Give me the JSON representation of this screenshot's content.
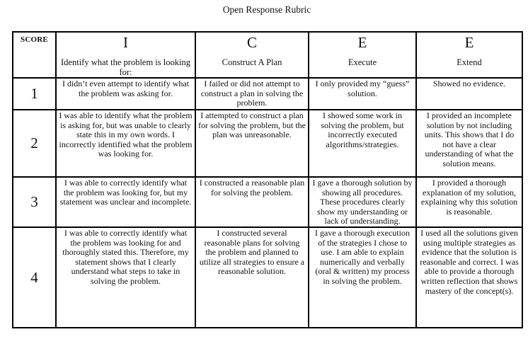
{
  "title": "Open Response Rubric",
  "table": {
    "score_header": "SCORE",
    "columns": [
      {
        "letter": "I",
        "label": "Identify what the problem is looking for:"
      },
      {
        "letter": "C",
        "label": "Construct A Plan"
      },
      {
        "letter": "E",
        "label": "Execute"
      },
      {
        "letter": "E",
        "label": "Extend"
      }
    ],
    "rows": [
      {
        "score": "1",
        "cells": [
          "I didn’t even attempt to identify what the problem was asking for.",
          "I failed or did not attempt to construct a plan in solving the problem.",
          "I only provided my “guess” solution.",
          "Showed no evidence."
        ]
      },
      {
        "score": "2",
        "cells": [
          "I was able to identify what the problem is asking for, but was unable to clearly state this in my own words.  I incorrectly identified what the problem was looking for.",
          "I attempted to construct a plan for solving the problem, but the plan was unreasonable.",
          "I showed some work in solving the problem, but incorrectly executed algorithms/strategies.",
          "I provided an incomplete solution by not including units.  This shows that I do not have a clear understanding of what the solution means."
        ]
      },
      {
        "score": "3",
        "cells": [
          "I was able to correctly identify what the problem was looking for, but my statement was unclear and incomplete.",
          "I constructed a reasonable plan for solving the problem.",
          "I gave a thorough solution by showing all procedures.  These procedures clearly show my understanding or lack of understanding.",
          "I provided a thorough explanation of my solution, explaining why this solution is reasonable."
        ]
      },
      {
        "score": "4",
        "cells": [
          "I was able to correctly identify what the problem was looking for and thoroughly stated this.  Therefore, my statement shows that I clearly understand what steps to take in solving the problem.",
          "I constructed several reasonable plans for solving the problem and planned to utilize all strategies to ensure a reasonable solution.",
          "I gave a thorough execution of the strategies I chose to use.  I am able to explain numerically and verbally (oral & written) my process in solving the problem.",
          "I used all the solutions given using multiple strategies as evidence that the solution is reasonable and correct.  I was able to provide a thorough written reflection that shows mastery of the concept(s)."
        ]
      }
    ]
  }
}
